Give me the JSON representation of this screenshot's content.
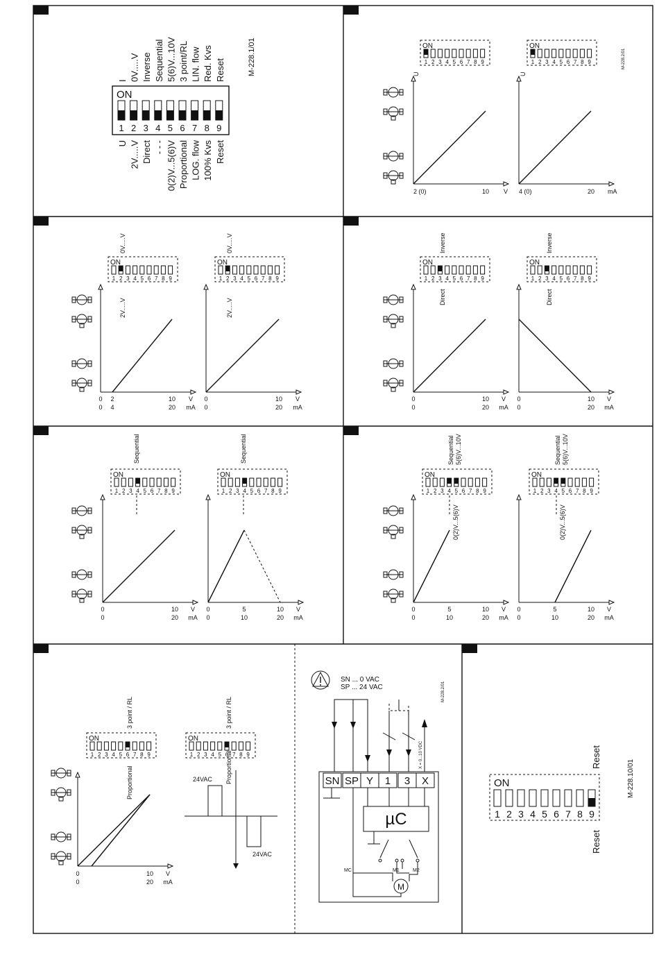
{
  "doc_code_main": "M-228.1/01",
  "doc_code_top_right": "M-228.2/01",
  "doc_code_wiring": "M-228.2/01",
  "doc_code_reset": "M-228.10/01",
  "switch": {
    "on_label": "ON",
    "numbers": [
      "1",
      "2",
      "3",
      "4",
      "5",
      "6",
      "7",
      "8",
      "9"
    ],
    "top_labels": [
      "I",
      "0V.....V",
      "Inverse",
      "Sequential",
      "5(6)V...10V",
      "3 point/RL",
      "LIN. flow",
      "Red. Kvs",
      "Reset"
    ],
    "bottom_labels": [
      "U",
      "2V.....V",
      "Direct",
      "-  -  -",
      "0(2)V...5(6)V",
      "Proportional",
      "LOG. flow",
      "100% Kvs",
      "Reset"
    ]
  },
  "panels": {
    "p_u": {
      "tag": "U",
      "x1": [
        "2 (0)",
        "10",
        "V"
      ],
      "x2": [
        "4 (0)",
        "20",
        "mA"
      ]
    },
    "p_range": {
      "tag_top": "0V.....V",
      "tag_bottom": "2V.....V",
      "xv": [
        "0",
        "2",
        "10",
        "V"
      ],
      "xm": [
        "0",
        "4",
        "20",
        "mA"
      ],
      "xv2": [
        "0",
        "10",
        "V"
      ],
      "xm2": [
        "0",
        "20",
        "mA"
      ]
    },
    "p_dir": {
      "tag_top": "Inverse",
      "tag_bottom": "Direct",
      "xv": [
        "0",
        "10",
        "V"
      ],
      "xm": [
        "0",
        "20",
        "mA"
      ]
    },
    "p_seq": {
      "tag_top": "Sequential",
      "xv": [
        "0",
        "10",
        "V"
      ],
      "xm": [
        "0",
        "20",
        "mA"
      ],
      "xv2": [
        "0",
        "5",
        "10",
        "V"
      ],
      "xm2": [
        "0",
        "10",
        "20",
        "mA"
      ]
    },
    "p_split": {
      "tag_a": "Sequential",
      "tag_b": "5(6)V...10V",
      "tag_c": "0(2)V...5(6)V",
      "xv": [
        "0",
        "5",
        "10",
        "V"
      ],
      "xm": [
        "0",
        "10",
        "20",
        "mA"
      ]
    },
    "p_3pt": {
      "tag_top": "3 point / RL",
      "tag_bottom": "Proportional",
      "xv": [
        "0",
        "10",
        "V"
      ],
      "xm": [
        "0",
        "20",
        "mA"
      ],
      "vac_top": "24VAC",
      "vac_bottom": "24VAC"
    }
  },
  "wiring": {
    "sn": "SN  ...   0  VAC",
    "sp": "SP  ...  24  VAC",
    "terminals": [
      "SN",
      "SP",
      "Y",
      "1",
      "3",
      "X"
    ],
    "mcu": "µC",
    "motor": "M",
    "mc": "MC",
    "m1": "M1",
    "m2": "M2",
    "x_out": "X = 0...10 VDC"
  },
  "reset_panel": {
    "on_label": "ON",
    "numbers": [
      "1",
      "2",
      "3",
      "4",
      "5",
      "6",
      "7",
      "8",
      "9"
    ],
    "top": "Reset",
    "bottom": "Reset"
  }
}
